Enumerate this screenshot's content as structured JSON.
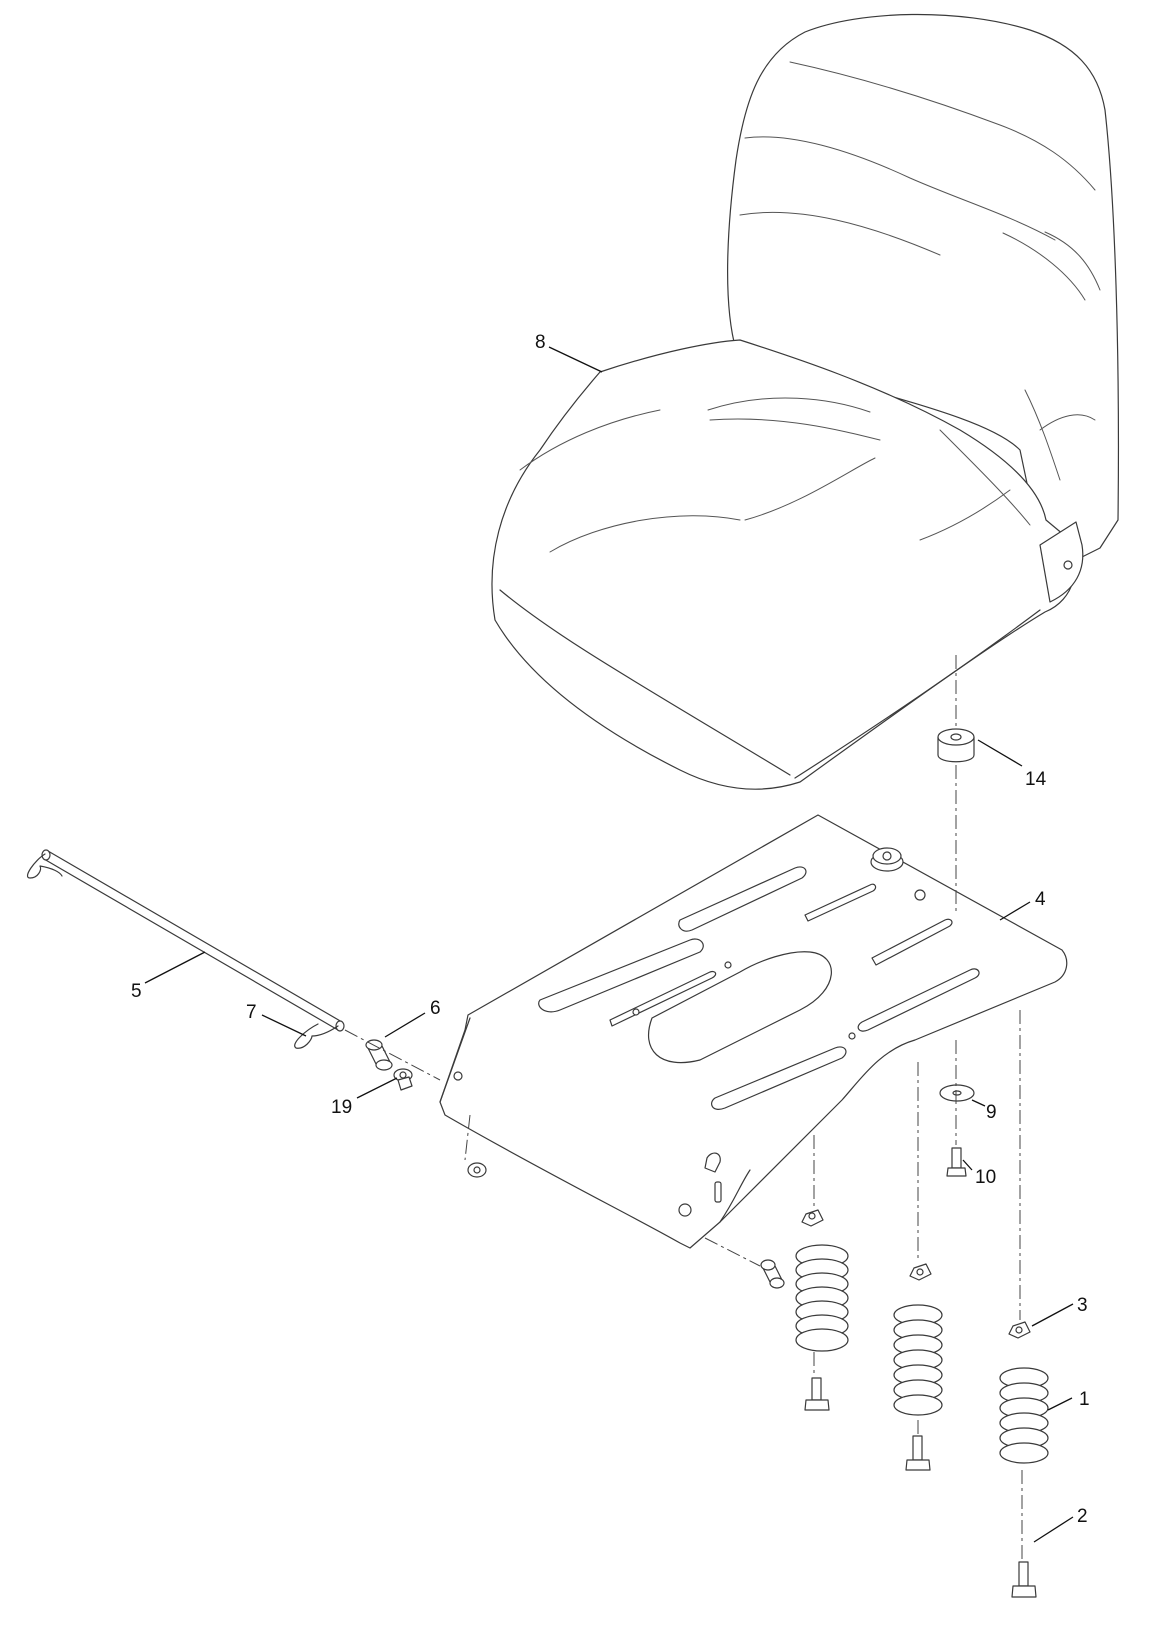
{
  "callouts": [
    {
      "id": "1",
      "label": "1"
    },
    {
      "id": "2",
      "label": "2"
    },
    {
      "id": "3",
      "label": "3"
    },
    {
      "id": "4",
      "label": "4"
    },
    {
      "id": "5",
      "label": "5"
    },
    {
      "id": "6",
      "label": "6"
    },
    {
      "id": "7",
      "label": "7"
    },
    {
      "id": "8",
      "label": "8"
    },
    {
      "id": "9",
      "label": "9"
    },
    {
      "id": "10",
      "label": "10"
    },
    {
      "id": "14",
      "label": "14"
    },
    {
      "id": "19",
      "label": "19"
    }
  ],
  "parts": [
    {
      "callout": "1",
      "name": "spring"
    },
    {
      "callout": "2",
      "name": "flange-bolt"
    },
    {
      "callout": "3",
      "name": "flange-nut"
    },
    {
      "callout": "4",
      "name": "seat-mounting-plate"
    },
    {
      "callout": "5",
      "name": "pivot-rod"
    },
    {
      "callout": "6",
      "name": "bushing"
    },
    {
      "callout": "7",
      "name": "hairpin-cotter"
    },
    {
      "callout": "8",
      "name": "seat"
    },
    {
      "callout": "9",
      "name": "washer"
    },
    {
      "callout": "10",
      "name": "bolt"
    },
    {
      "callout": "14",
      "name": "spacer"
    },
    {
      "callout": "19",
      "name": "shoulder-bolt"
    }
  ],
  "style": {
    "line_color": "#3a3a3a",
    "background": "#ffffff"
  }
}
